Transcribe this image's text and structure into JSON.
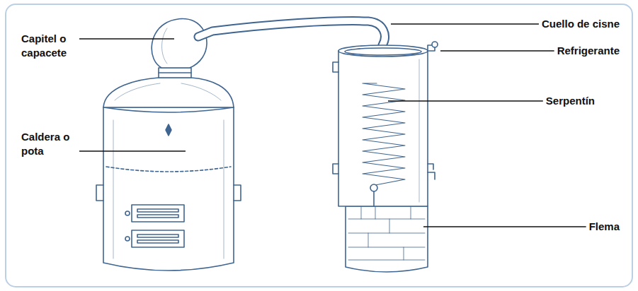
{
  "diagram": {
    "labels": [
      "Capitel o capacete",
      "Cuello de cisne",
      "Refrigerante",
      "Caldera o pota",
      "Serpentín",
      "Flema"
    ]
  }
}
